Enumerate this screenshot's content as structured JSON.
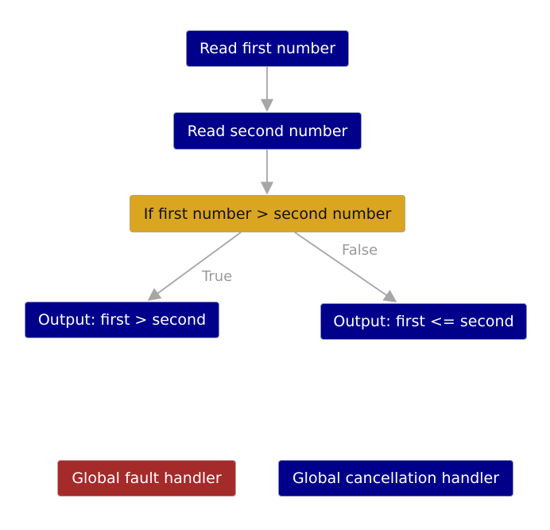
{
  "nodes": {
    "read_first": "Read first number",
    "read_second": "Read second number",
    "condition": "If first number > second number",
    "output_greater": "Output: first > second",
    "output_less_equal": "Output: first <= second",
    "fault_handler": "Global fault handler",
    "cancellation_handler": "Global cancellation handler"
  },
  "edges": {
    "true_label": "True",
    "false_label": "False"
  },
  "colors": {
    "activity": "#00008b",
    "condition": "#daa520",
    "fault": "#a52a2a",
    "edge": "#a6a6a6"
  }
}
